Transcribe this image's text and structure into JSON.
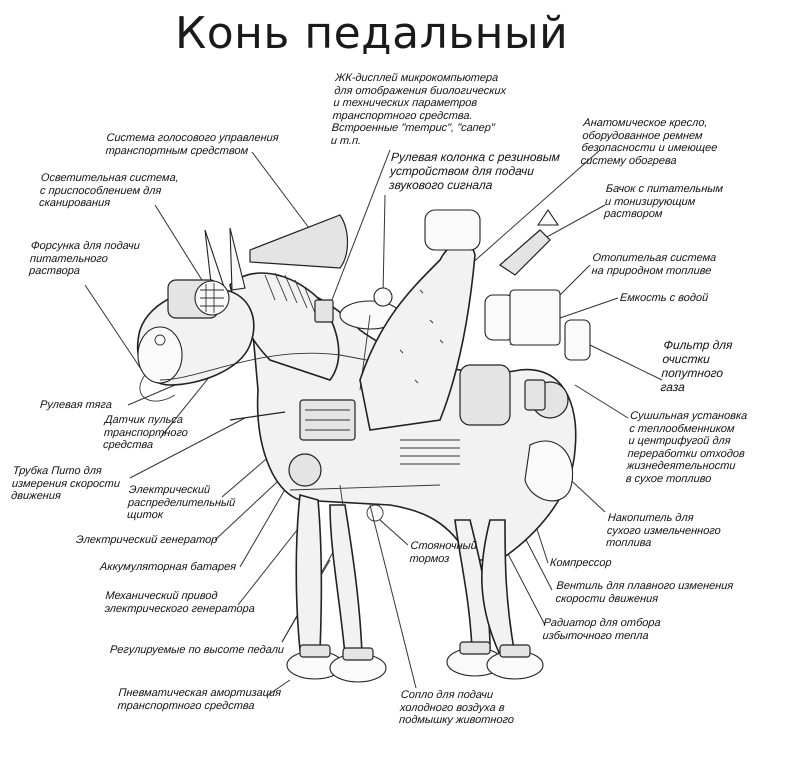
{
  "title": "Конь педальный",
  "labels": {
    "display": "ЖК-дисплей микрокомпьютера\nдля отображения биологических\nи технических параметров\nтранспортного средства.\nВстроенные \"тетрис\", \"сапер\"\nи т.п.",
    "voice": "Система голосового управления\nтранспортным средством",
    "lighting": "Осветительная система,\nс приспособлением для\nсканирования",
    "nozzle": "Форсунка для подачи\nпитательного\nраствора",
    "steering_column": "Рулевая колонка с резиновым\nустройством для подачи\nзвукового сигнала",
    "seat": "Анатомическое кресло,\nоборудованное ремнем\nбезопасности и имеющее\nсистему обогрева",
    "tank": "Бачок с питательным\nи тонизирующим\nраствором",
    "heating": "Отопительая система\nна природном топливе",
    "water": "Емкость с водой",
    "filter": "Фильтр для\nочистки\nпопутного\nгаза",
    "dryer": "Сушильная установка\nс теплообменником\nи центрифугой для\nпереработки отходов\nжизнедеятельности\nв сухое топливо",
    "storage": "Накопитель для\nсухого измельченного\nтоплива",
    "compressor": "Компрессор",
    "valve": "Вентиль для плавного изменения\nскорости движения",
    "radiator": "Радиатор для отбора\nизбыточного тепла",
    "nozzle_cold": "Сопло для подачи\nхолодного воздуха в\nподмышку животного",
    "parking_brake": "Стояночный\nтормоз",
    "rein": "Рулевая тяга",
    "pulse": "Датчик пульса\nтранспортного\nсредства",
    "pitot": "Трубка Пито для\nизмерения скорости\nдвижения",
    "panel": "Электрический\nраспределительный\nщиток",
    "generator": "Электрический генератор",
    "battery": "Аккумуляторная батарея",
    "drive": "Механический привод\nэлектрического генератора",
    "pedals": "Регулируемые по высоте педали",
    "suspension": "Пневматическая амортизация\nтранспортного средства"
  }
}
